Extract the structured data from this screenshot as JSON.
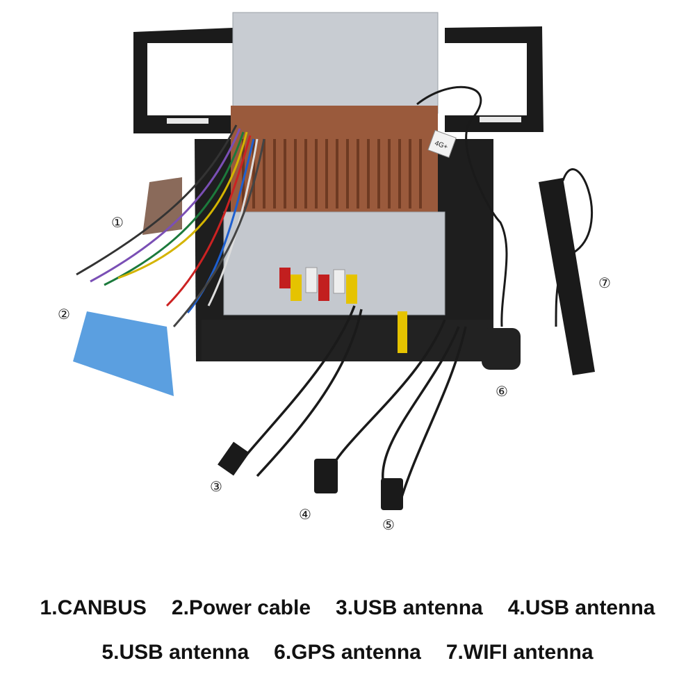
{
  "markers": [
    "①",
    "②",
    "③",
    "④",
    "⑤",
    "⑥",
    "⑦"
  ],
  "tag_4g": "4G+",
  "legend": {
    "row1": [
      "1.CANBUS",
      "2.Power cable",
      "3.USB antenna",
      "4.USB antenna"
    ],
    "row2": [
      "5.USB antenna",
      "6.GPS antenna",
      "7.WIFI antenna"
    ]
  }
}
